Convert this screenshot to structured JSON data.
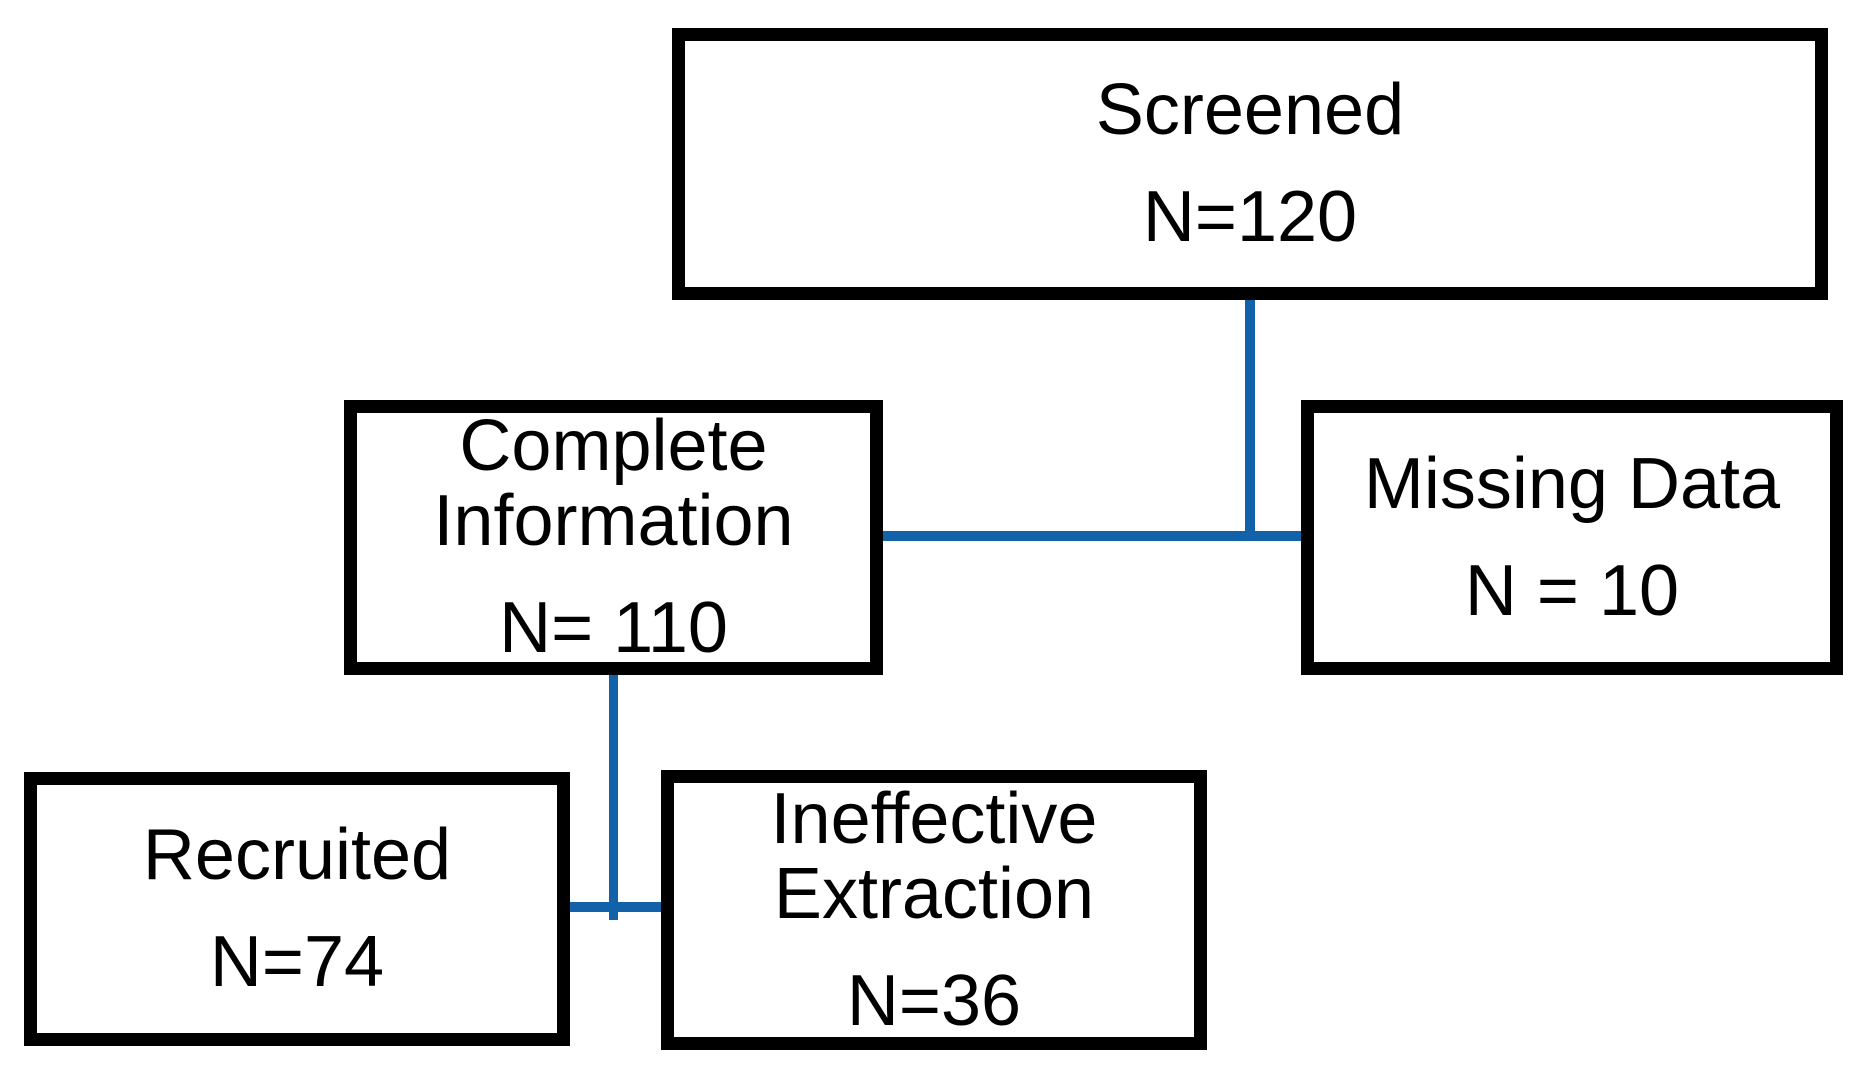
{
  "colors": {
    "background": "#ffffff",
    "box_border": "#000000",
    "text": "#000000",
    "connector": "#1162a9"
  },
  "nodes": {
    "screened": {
      "label": "Screened",
      "count": "N=120"
    },
    "complete": {
      "label": "Complete Information",
      "count": "N= 110"
    },
    "missing": {
      "label": "Missing Data",
      "count": "N = 10"
    },
    "recruited": {
      "label": "Recruited",
      "count": "N=74"
    },
    "ineffective": {
      "label": "Ineffective Extraction",
      "count": "N=36"
    }
  },
  "connectors": [
    {
      "name": "screened-drop",
      "type": "vertical",
      "from": "screened",
      "to": "complete-missing-link"
    },
    {
      "name": "complete-missing",
      "type": "horizontal",
      "from": "complete",
      "to": "missing"
    },
    {
      "name": "complete-drop",
      "type": "vertical",
      "from": "complete",
      "to": "recruited-ineffective-link"
    },
    {
      "name": "recruited-ineffective",
      "type": "horizontal",
      "from": "recruited",
      "to": "ineffective"
    }
  ]
}
